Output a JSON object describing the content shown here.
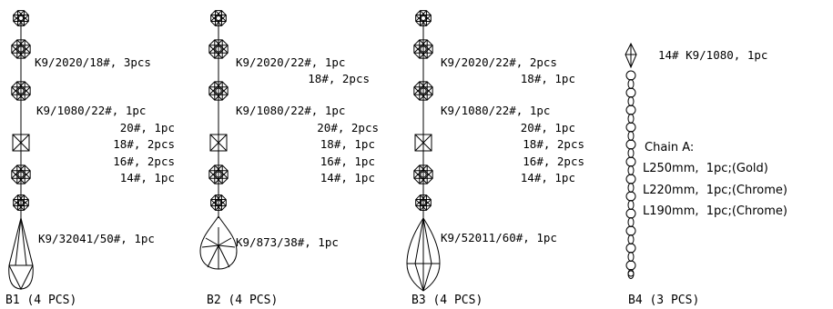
{
  "assemblies": [
    {
      "caption": "B1 (4 PCS)",
      "labels": [
        "K9/2020/18#, 3pcs",
        "K9/1080/22#, 1pc",
        "20#, 1pc",
        "18#, 2pcs",
        "16#, 2pcs",
        "14#, 1pc",
        "K9/32041/50#, 1pc"
      ]
    },
    {
      "caption": "B2 (4 PCS)",
      "labels": [
        "K9/2020/22#, 1pc",
        "18#, 2pcs",
        "K9/1080/22#, 1pc",
        "20#, 2pcs",
        "18#, 1pc",
        "16#, 1pc",
        "14#, 1pc",
        "K9/873/38#, 1pc"
      ]
    },
    {
      "caption": "B3 (4 PCS)",
      "labels": [
        "K9/2020/22#, 2pcs",
        "18#, 1pc",
        "K9/1080/22#, 1pc",
        "20#, 1pc",
        "18#, 2pcs",
        "16#, 2pcs",
        "14#, 1pc",
        "K9/52011/60#, 1pc"
      ]
    },
    {
      "caption": "B4 (3 PCS)",
      "labels": [
        "14# K9/1080, 1pc",
        "Chain A:",
        "L250mm,  1pc;(Gold)",
        "L220mm,  1pc;(Chrome)",
        "L190mm,  1pc;(Chrome)"
      ]
    }
  ]
}
